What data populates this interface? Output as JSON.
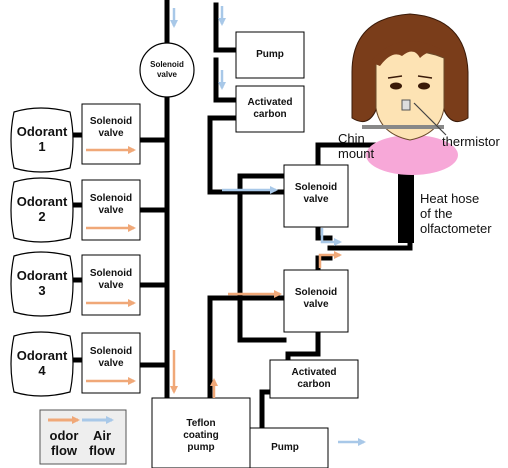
{
  "odorants": [
    {
      "name": "Odorant",
      "number": "1"
    },
    {
      "name": "Odorant",
      "number": "2"
    },
    {
      "name": "Odorant",
      "number": "3"
    },
    {
      "name": "Odorant",
      "number": "4"
    }
  ],
  "valve_label_line1": "Solenoid",
  "valve_label_line2": "valve",
  "top_valve": {
    "line1": "Solenoid",
    "line2": "valve"
  },
  "pump_top": "Pump",
  "carbon_top": {
    "line1": "Activated",
    "line2": "carbon"
  },
  "carbon_bottom": {
    "line1": "Activated",
    "line2": "carbon"
  },
  "pump_bottom": "Pump",
  "teflon_pump": {
    "line1": "Teflon",
    "line2": "coating",
    "line3": "pump"
  },
  "chin_mount": {
    "line1": "Chin",
    "line2": "mount"
  },
  "thermistor": "thermistor",
  "heat_hose": {
    "line1": "Heat hose",
    "line2": "of the",
    "line3": "olfactometer"
  },
  "legend": {
    "odor_line1": "odor",
    "odor_line2": "flow",
    "air_line1": "Air",
    "air_line2": "flow"
  },
  "colors": {
    "odor_arrow": "#f0a878",
    "air_arrow": "#a8c8e8",
    "pipe": "#000000",
    "face_skin": "#fde3b4",
    "hair": "#7a3d1a",
    "neck_collar": "#f7a8d8"
  }
}
